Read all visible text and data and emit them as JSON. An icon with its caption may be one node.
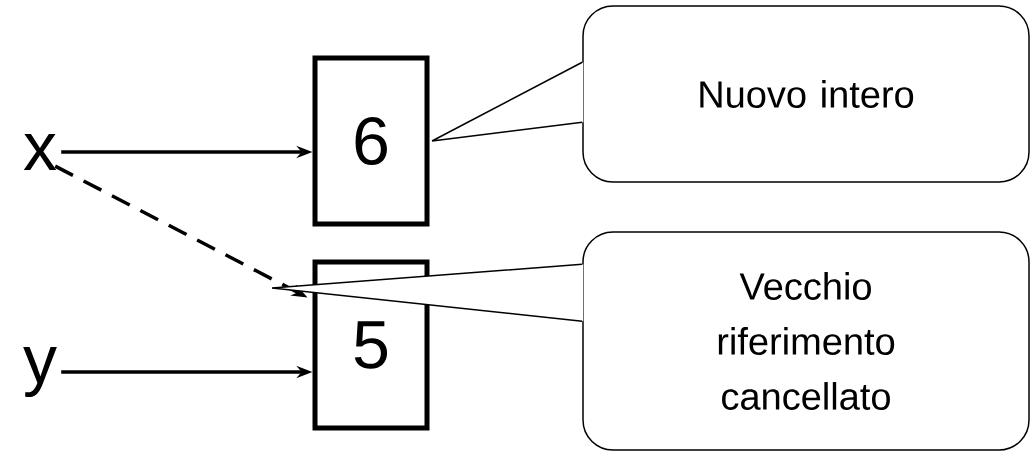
{
  "diagram": {
    "nodes": [
      {
        "text": [
          "x"
        ]
      },
      {
        "text": [
          "6"
        ]
      },
      {
        "text": [
          "y"
        ]
      },
      {
        "text": [
          "5"
        ]
      },
      {
        "text": [
          "Nuovo intero"
        ]
      },
      {
        "text": [
          "Vecchio riferimento cancellato"
        ]
      }
    ],
    "edges": [
      {
        "from": 0,
        "to": 1,
        "arrow": "to"
      },
      {
        "from": 0,
        "to": 3,
        "arrow": "to",
        "style": "dashed"
      },
      {
        "from": 2,
        "to": 3,
        "arrow": "to"
      },
      {
        "from": 4,
        "to": 1,
        "arrow": "none"
      },
      {
        "from": 5,
        "to": null,
        "arrow": "none"
      }
    ]
  }
}
